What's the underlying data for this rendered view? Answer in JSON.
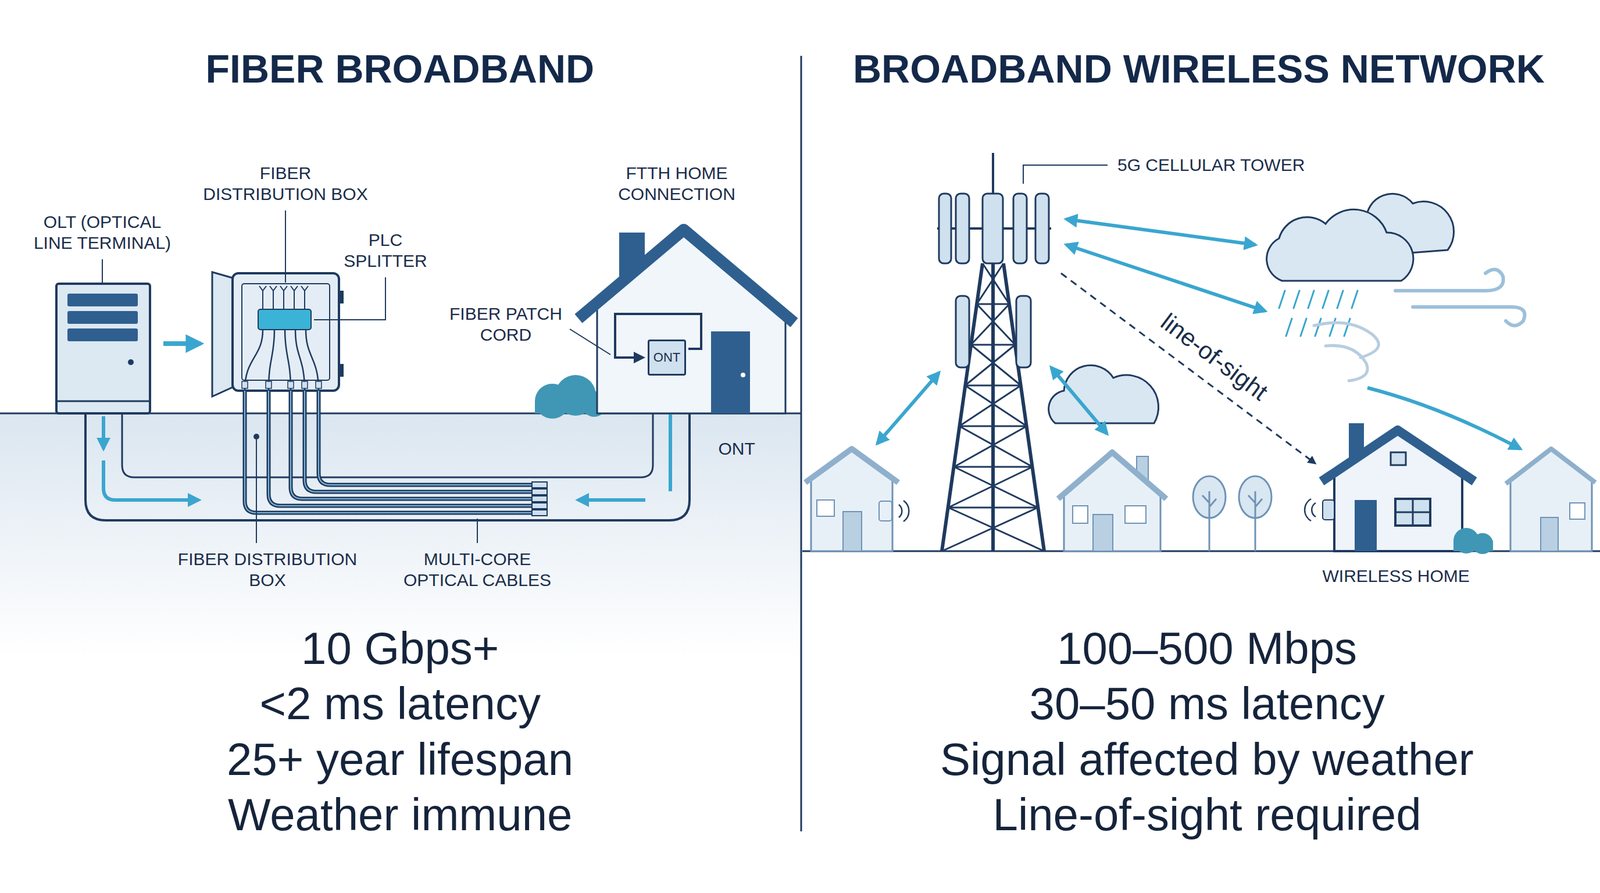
{
  "diagram": {
    "nodes": [
      {
        "text": [
          "ONT"
        ]
      }
    ],
    "labels": [
      "FIBER BROADBAND",
      "BROADBAND WIRELESS NETWORK",
      "OLT (OPTICAL LINE TERMINAL)",
      "FIBER DISTRIBUTION BOX",
      "PLC SPLITTER",
      "FTTH HOME CONNECTION",
      "FIBER PATCH CORD",
      "ONT",
      "FIBER DISTRIBUTION BOX",
      "MULTI-CORE OPTICAL CABLES",
      "10 Gbps+",
      "<2 ms latency",
      "25+ year lifespan",
      "Weather immune",
      "5G CELLULAR TOWER",
      "line-of-sight",
      "WIRELESS HOME",
      "100–500 Mbps",
      "30–50 ms latency",
      "Signal affected by weather",
      "Line-of-sight required"
    ]
  }
}
